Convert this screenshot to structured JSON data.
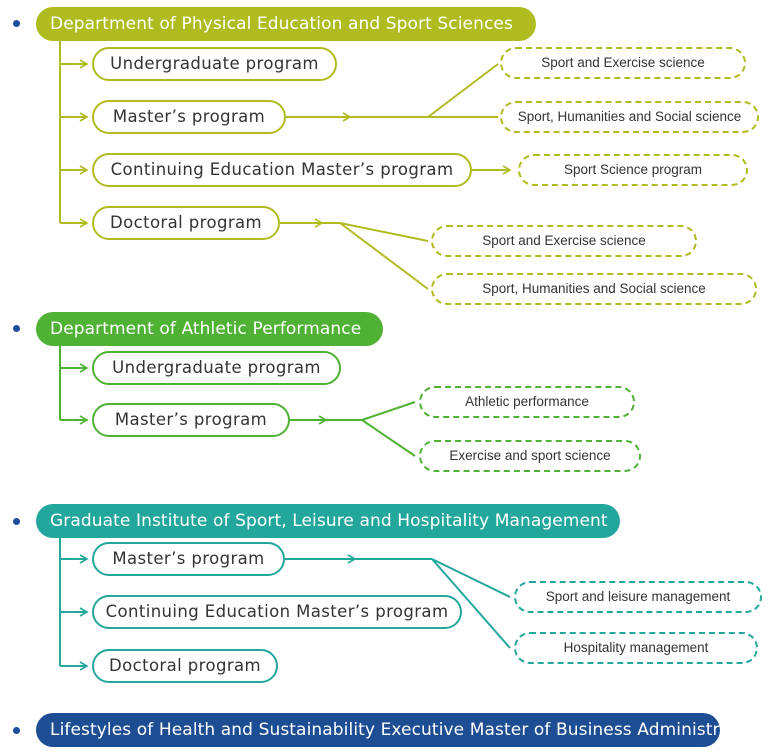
{
  "colors": {
    "olive": "#b0bb1f",
    "green": "#4fb234",
    "teal": "#23a79c",
    "navy": "#1d4e94",
    "bullet": "#1f4e9c"
  },
  "departments": [
    {
      "name": "Department of Physical Education and Sport Sciences",
      "programs": [
        {
          "label": "Undergraduate program",
          "specializations": []
        },
        {
          "label": "Master’s program",
          "specializations": [
            "Sport and Exercise science",
            "Sport, Humanities and Social science"
          ]
        },
        {
          "label": "Continuing Education Master’s program",
          "specializations": [
            "Sport Science program"
          ]
        },
        {
          "label": "Doctoral program",
          "specializations": [
            "Sport and Exercise science",
            "Sport, Humanities and Social science"
          ]
        }
      ]
    },
    {
      "name": "Department of Athletic Performance",
      "programs": [
        {
          "label": "Undergraduate program",
          "specializations": []
        },
        {
          "label": "Master’s program",
          "specializations": [
            "Athletic performance",
            "Exercise and sport science"
          ]
        }
      ]
    },
    {
      "name": "Graduate Institute of Sport, Leisure and Hospitality Management",
      "programs": [
        {
          "label": "Master’s program",
          "specializations": [
            "Sport and leisure management",
            "Hospitality management"
          ]
        },
        {
          "label": "Continuing Education Master’s program",
          "specializations": []
        },
        {
          "label": "Doctoral program",
          "specializations": []
        }
      ]
    },
    {
      "name": "Lifestyles of Health and Sustainability Executive Master of Business Administration",
      "programs": []
    }
  ]
}
